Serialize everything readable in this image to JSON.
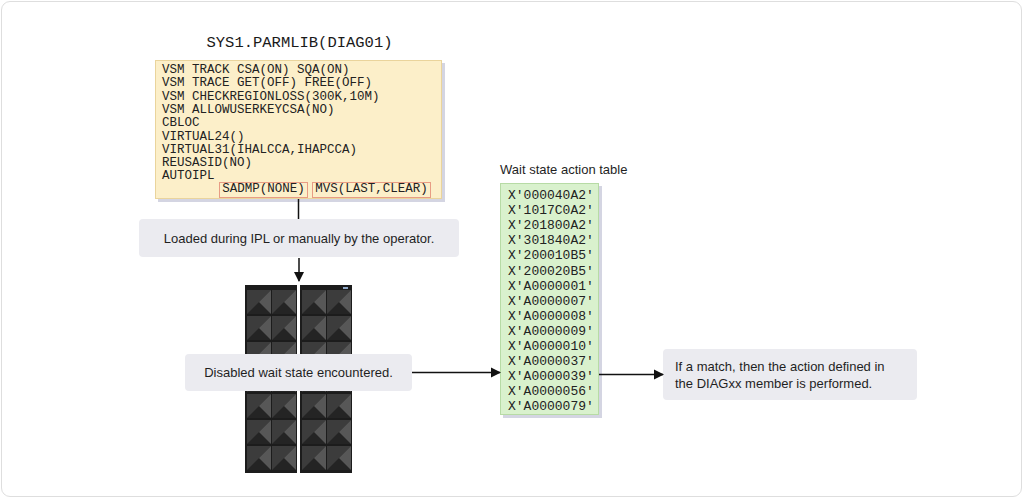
{
  "diagram": {
    "nodes": [
      {
        "text": [
          "SYS1.PARMLIB(DIAG01)",
          "VSM TRACK CSA(ON) SQA(ON)",
          "VSM TRACE GET(OFF) FREE(OFF)",
          "VSM CHECKREGIONLOSS(300K,10M)",
          "VSM ALLOWUSERKEYCSA(NO)",
          "CBLOC",
          "VIRTUAL24()",
          "VIRTUAL31(IHALCCA,IHAPCCA)",
          "REUSASID(NO)",
          "AUTOIPL"
        ]
      },
      {
        "text": [
          "SADMP(NONE)"
        ],
        "in": 0
      },
      {
        "text": [
          "MVS(LAST,CLEAR)"
        ],
        "in": 0
      },
      {
        "text": [
          "Loaded during IPL or manually by the operator."
        ]
      },
      {
        "text": [
          "Disabled wait state encountered."
        ]
      },
      {
        "text": [
          "Wait state action table",
          "X'000040A2'",
          "X'1017C0A2'",
          "X'201800A2'",
          "X'301840A2'",
          "X'200010B5'",
          "X'200020B5'",
          "X'A0000001'",
          "X'A0000007'",
          "X'A0000008'",
          "X'A0000009'",
          "X'A0000010'",
          "X'A0000037'",
          "X'A0000039'",
          "X'A0000056'",
          "X'A0000079'"
        ]
      },
      {
        "text": [
          "If a match, then the action defined in the DIAGxx member is performed."
        ]
      }
    ],
    "edges": [
      {
        "from": 0,
        "to": 3,
        "arrow": "none"
      },
      {
        "from": 4,
        "to": 5,
        "arrow": "to"
      },
      {
        "from": 5,
        "to": 6,
        "arrow": "to"
      }
    ]
  }
}
